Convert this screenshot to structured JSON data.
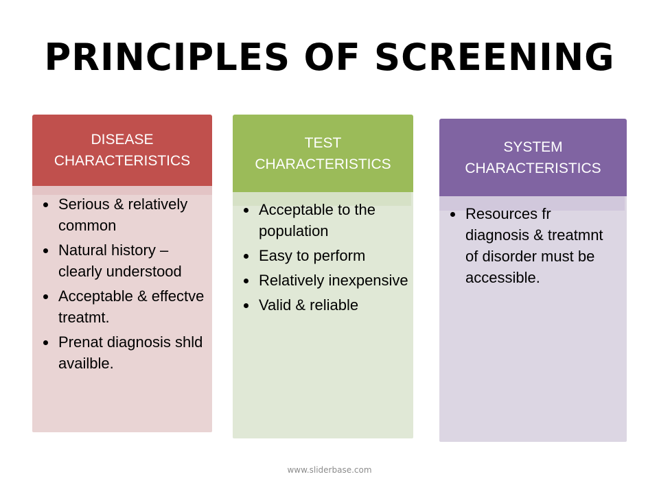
{
  "slide": {
    "title": "PRINCIPLES OF SCREENING",
    "footer": "www.sliderbase.com"
  },
  "columns": [
    {
      "heading_line1": "DISEASE",
      "heading_line2": "CHARACTERISTICS",
      "header_color": "#c0504d",
      "strip_color": "#e3c4c5",
      "body_color": "#e9d4d4",
      "items": [
        "Serious & relatively common",
        "Natural history – clearly understood",
        "Acceptable & effectve treatmt.",
        "Prenat diagnosis shld availble."
      ]
    },
    {
      "heading_line1": "TEST",
      "heading_line2": "CHARACTERISTICS",
      "header_color": "#9bbb59",
      "strip_color": "#d6e1c6",
      "body_color": "#e0e8d6",
      "items": [
        "Acceptable to the population",
        "Easy to perform",
        "Relatively inexpensive",
        "Valid & reliable"
      ]
    },
    {
      "heading_line1": "SYSTEM",
      "heading_line2": "CHARACTERISTICS",
      "header_color": "#8064a2",
      "strip_color": "#d1c8dc",
      "body_color": "#dcd6e3",
      "items": [
        "Resources fr diagnosis & treatmnt of disorder must be accessible."
      ]
    }
  ]
}
